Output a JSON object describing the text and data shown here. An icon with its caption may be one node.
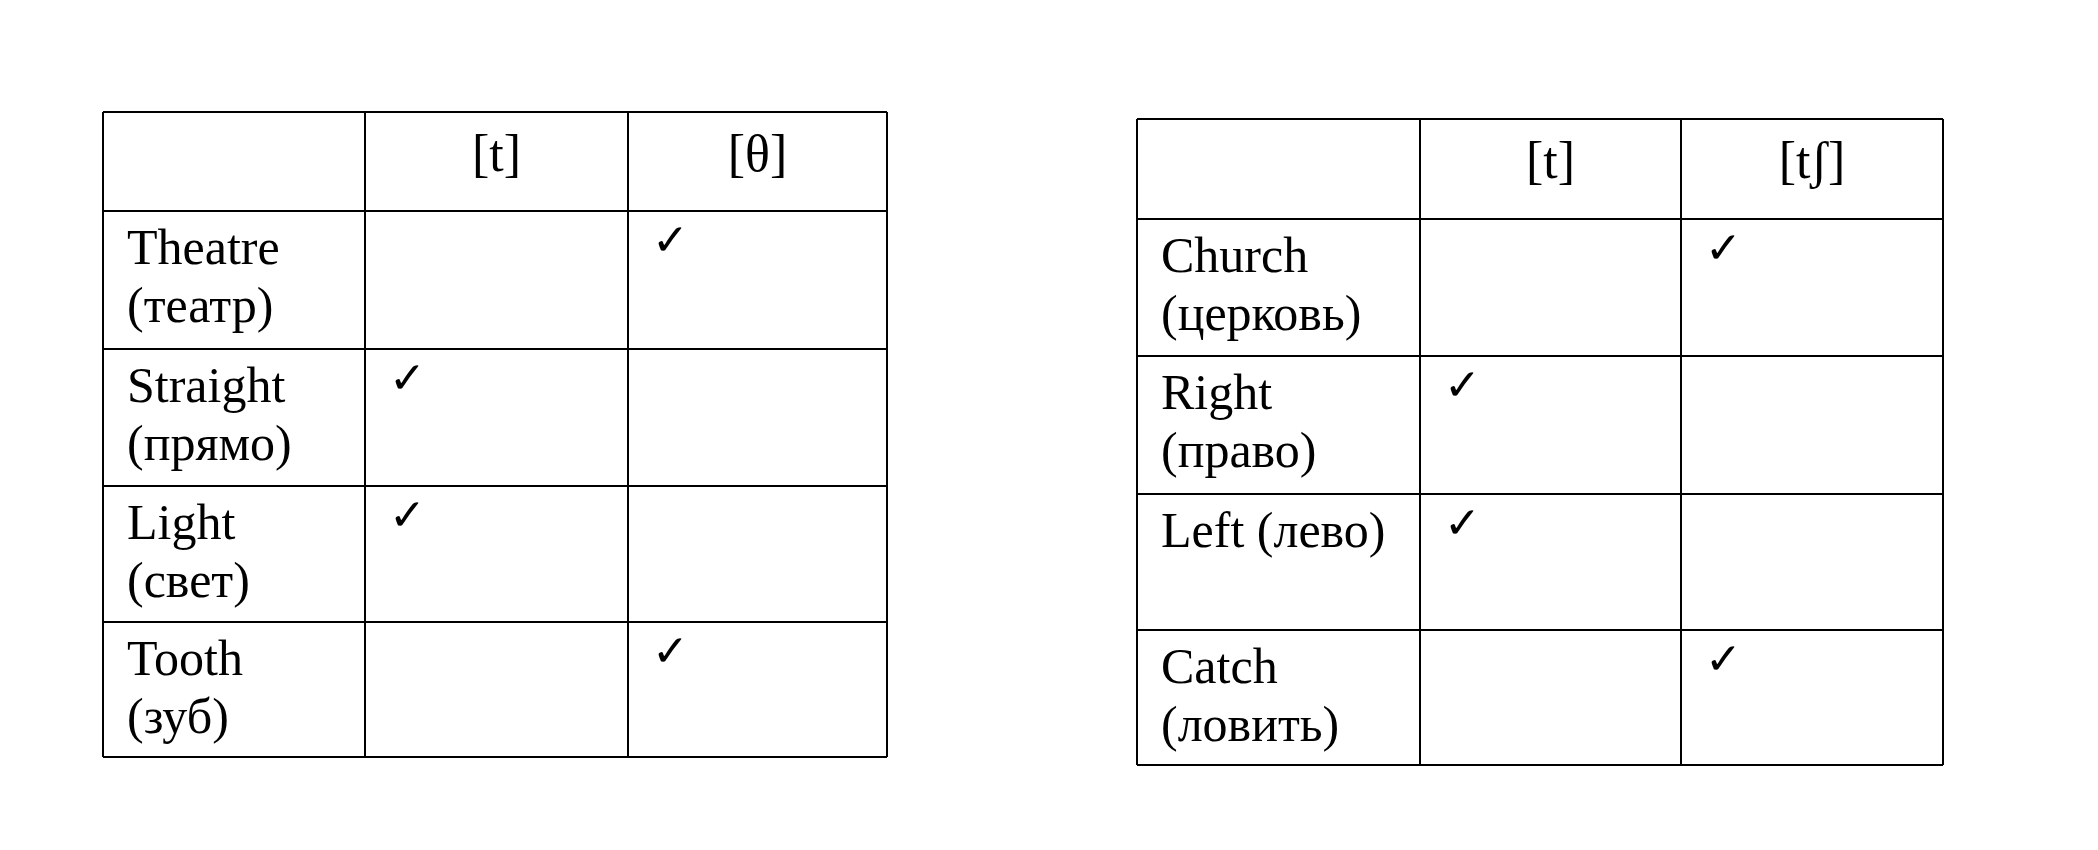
{
  "diagram": {
    "labels": [
      "[t]",
      "[θ]",
      "Theatre (театр)",
      "✓",
      "Straight (прямо)",
      "✓",
      "Light (свет)",
      "✓",
      "Tooth (зуб)",
      "✓",
      "[t]",
      "[tʃ]",
      "Church (церковь)",
      "✓",
      "Right (право)",
      "✓",
      "Left (лево)",
      "✓",
      "Catch (ловить)",
      "✓"
    ]
  }
}
